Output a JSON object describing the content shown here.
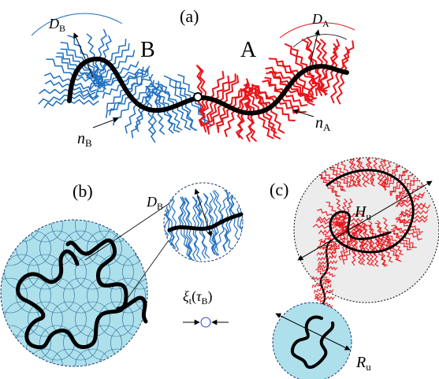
{
  "panels": {
    "a": {
      "label": "(a)",
      "block_b": "B",
      "block_a": "A",
      "d_b": "D",
      "d_b_sub": "B",
      "d_a": "D",
      "d_a_sub": "A",
      "n_b": "n",
      "n_b_sub": "B",
      "n_a": "n",
      "n_a_sub": "A"
    },
    "b": {
      "label": "(b)",
      "d_b": "D",
      "d_b_sub": "B",
      "xi": "ξ",
      "xi_sub": "t",
      "xi_arg_open": "(",
      "tau": "τ",
      "tau_sub": "B",
      "xi_arg_close": ")"
    },
    "c": {
      "label": "(c)",
      "h_u": "H",
      "h_u_sub": "u",
      "r_u": "R",
      "r_u_sub": "u"
    }
  },
  "colors": {
    "block_b": "#1f6fbf",
    "block_a": "#e8141b",
    "backbone": "#000000",
    "globule_fill": "#aee0ec",
    "shell_fill": "#ececec"
  }
}
